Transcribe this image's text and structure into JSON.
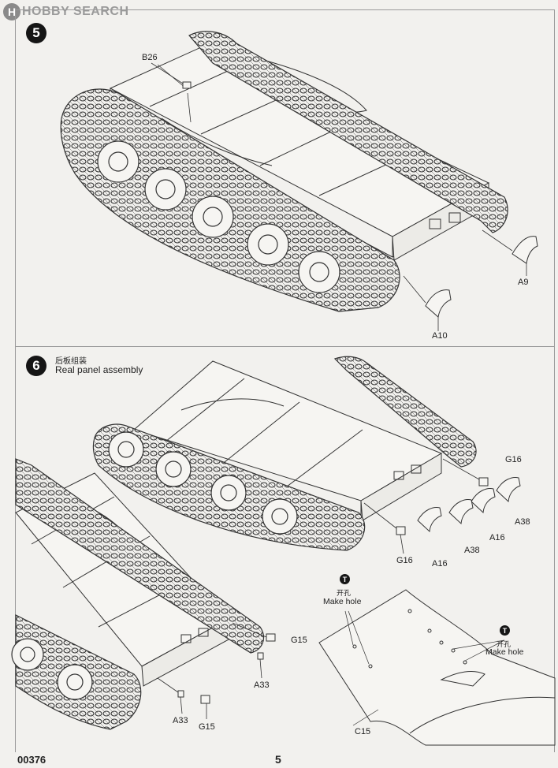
{
  "watermark": {
    "logo": "H",
    "text": "HOBBY SEARCH"
  },
  "step5": {
    "number": "5",
    "parts": [
      "B26",
      "A9",
      "A10"
    ]
  },
  "step6": {
    "number": "6",
    "title_cn": "后板组装",
    "title_en": "Real panel assembly",
    "parts": [
      "G16",
      "A38",
      "A16",
      "A38",
      "A16",
      "G16",
      "G15",
      "A33",
      "A33",
      "G15",
      "C15"
    ],
    "notes": [
      {
        "icon": "T",
        "cn": "开孔",
        "en": "Make hole"
      },
      {
        "icon": "T",
        "cn": "开孔",
        "en": "Make hole"
      }
    ]
  },
  "footer": {
    "code": "00376",
    "page": "5"
  }
}
